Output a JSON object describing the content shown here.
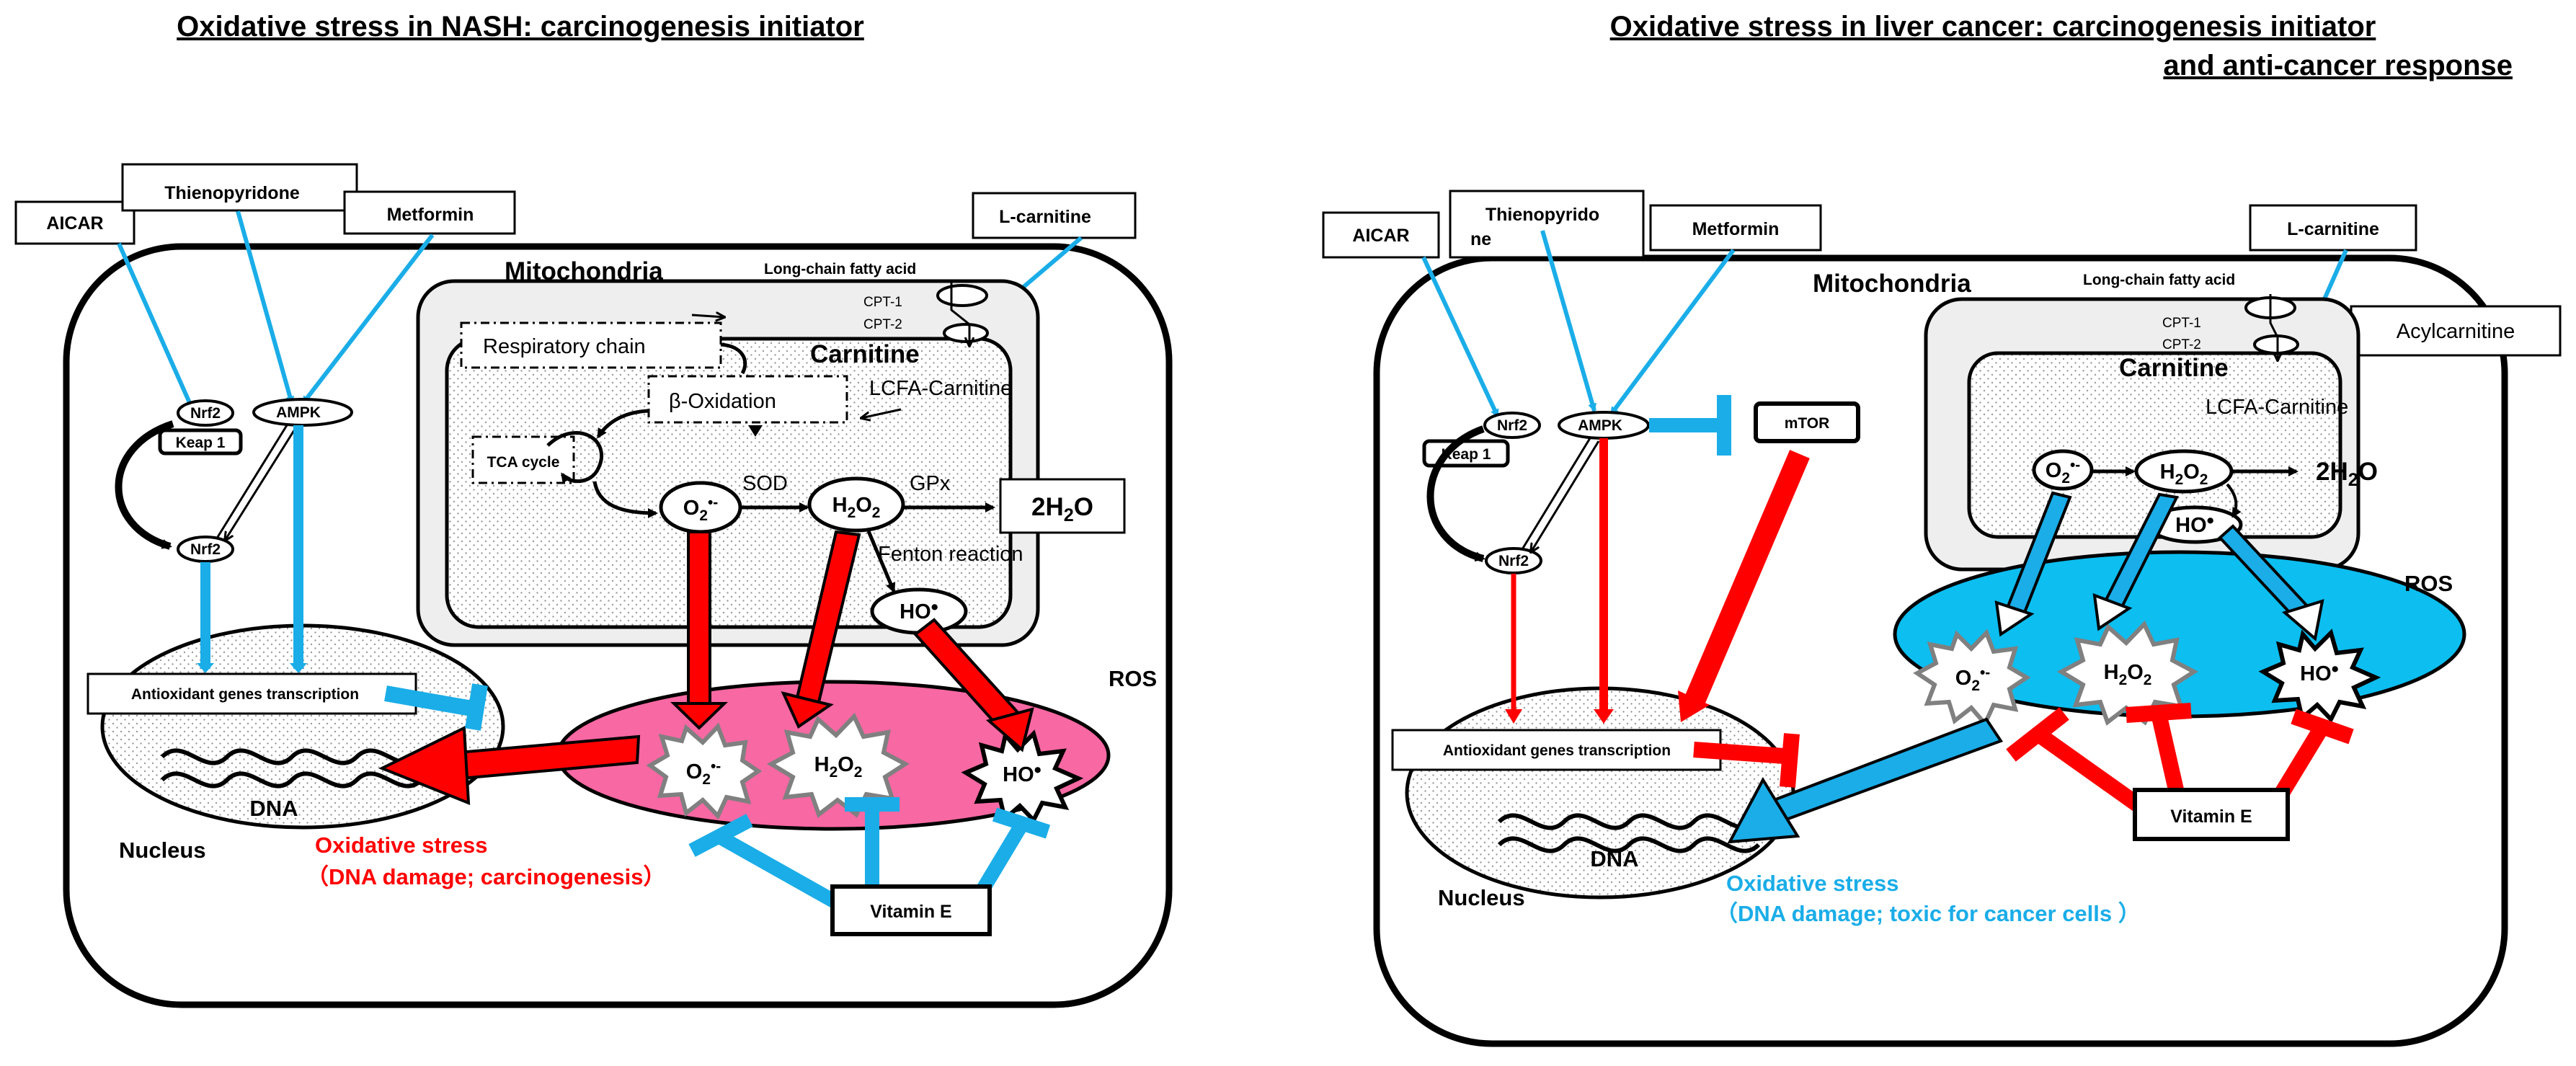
{
  "colors": {
    "inhibition_blue": "#1AADE8",
    "arrow_red": "#FF0000",
    "ros_pink": "#F868A3",
    "ros_cyan": "#0DBEF0",
    "outline": "#000000",
    "mito_fill": "#EEEEEE",
    "star_grey": "#808080"
  },
  "left": {
    "title": "Oxidative stress in NASH: carcinogenesis initiator",
    "drugs": {
      "aicar": "AICAR",
      "thienopyridone": "Thienopyridone",
      "metformin": "Metformin",
      "lcarnitine": "L-carnitine"
    },
    "mitochondria": "Mitochondria",
    "long_chain_fatty_acid": "Long-chain fatty acid",
    "cpt1": "CPT-1",
    "cpt2": "CPT-2",
    "carnitine": "Carnitine",
    "respiratory_chain": "Respiratory chain",
    "beta_oxidation": "β-Oxidation",
    "lcfa_carnitine": "LCFA-Carnitine",
    "tca_cycle": "TCA cycle",
    "sod": "SOD",
    "gpx": "GPx",
    "water": "2H",
    "water_tail": "O",
    "fenton": "Fenton reaction",
    "nrf2": "Nrf2",
    "keap1": "Keap 1",
    "ampk": "AMPK",
    "antioxidant": "Antioxidant genes transcription",
    "dna": "DNA",
    "nucleus": "Nucleus",
    "ros": "ROS",
    "vitamin_e": "Vitamin E",
    "stress_line1": "Oxidative stress",
    "stress_line2": "（DNA damage; carcinogenesis）"
  },
  "right": {
    "title_line1": "Oxidative stress in liver cancer: carcinogenesis initiator",
    "title_line2": "and anti-cancer response",
    "drugs": {
      "aicar": "AICAR",
      "thieno_line1": "Thienopyrido",
      "thieno_line2": "ne",
      "metformin": "Metformin",
      "lcarnitine": "L-carnitine"
    },
    "acylcarnitine": "Acylcarnitine",
    "mitochondria": "Mitochondria",
    "long_chain_fatty_acid": "Long-chain fatty acid",
    "cpt1": "CPT-1",
    "cpt2": "CPT-2",
    "carnitine": "Carnitine",
    "lcfa_carnitine": "LCFA-Carnitine",
    "water": "2H",
    "water_tail": "O",
    "nrf2": "Nrf2",
    "keap1": "Keap 1",
    "ampk": "AMPK",
    "mtor": "mTOR",
    "antioxidant": "Antioxidant genes transcription",
    "dna": "DNA",
    "nucleus": "Nucleus",
    "ros": "ROS",
    "vitamin_e": "Vitamin E",
    "stress_line1": "Oxidative stress",
    "stress_line2": "（DNA damage;  toxic for cancer cells ）"
  },
  "species": {
    "o2": "O",
    "o2_mark": "2",
    "o2_radical": "•-",
    "o2_star_radical": "•-",
    "h2o2_h": "H",
    "h2o2_2a": "2",
    "h2o2_o": "O",
    "h2o2_2b": "2",
    "ho": "HO",
    "ho_radical": "•"
  }
}
